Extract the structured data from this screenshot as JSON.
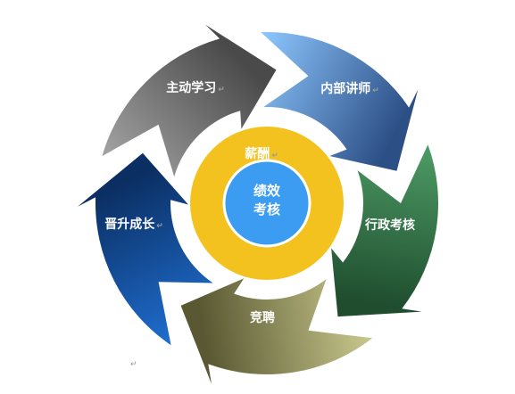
{
  "diagram": {
    "segments": [
      {
        "label": "主动学习",
        "mark": "↵",
        "color_light": "#a3a3a3",
        "color_dark": "#4a4a4a"
      },
      {
        "label": "内部讲师",
        "mark": "↵",
        "color_light": "#8ec8ff",
        "color_dark": "#2c4f86"
      },
      {
        "label": "行政考核",
        "mark": "",
        "color_light": "#4e9c66",
        "color_dark": "#1f4d2e"
      },
      {
        "label": "竞聘",
        "mark": "",
        "color_light": "#c9c98e",
        "color_dark": "#5a5832"
      },
      {
        "label": "晋升成长",
        "mark": "↵",
        "color_light": "#1f6ed0",
        "color_dark": "#0b2f63"
      }
    ],
    "ring": {
      "label": "薪酬",
      "mark": "↵",
      "color": "#f4c21e"
    },
    "center": {
      "line1": "绩效",
      "line2": "考核",
      "color": "#3b9cf2"
    },
    "footer_mark": "↵"
  }
}
